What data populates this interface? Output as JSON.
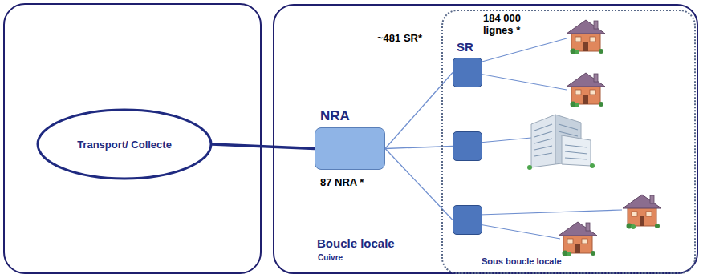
{
  "diagram": {
    "nodes": [
      {
        "text": [
          "Transport/ Collecte"
        ]
      },
      {
        "text": [
          "Boucle locale",
          "Cuivre"
        ]
      },
      {
        "text": [
          "NRA",
          "87 NRA *"
        ],
        "in": 1
      },
      {
        "text": [
          "184 000 lignes *",
          "Sous boucle locale"
        ],
        "in": 1
      },
      {
        "text": [
          "SR"
        ],
        "in": 3
      },
      {
        "text": [],
        "in": 3
      },
      {
        "text": [],
        "in": 3
      }
    ],
    "edges": [
      {
        "from": 0,
        "to": 2,
        "arrow": "none"
      },
      {
        "from": 2,
        "to": 4,
        "arrow": "none"
      },
      {
        "from": 2,
        "to": 5,
        "arrow": "none"
      },
      {
        "from": 2,
        "to": 6,
        "arrow": "none"
      }
    ],
    "labels": [
      "~481 SR*"
    ]
  }
}
